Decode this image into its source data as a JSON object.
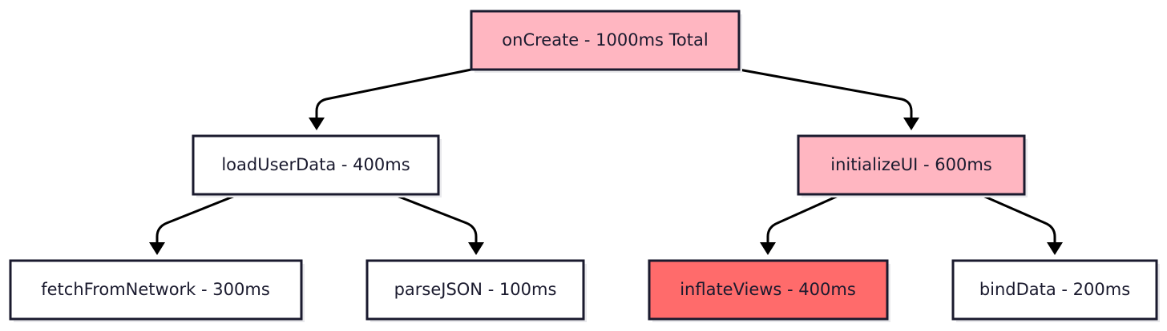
{
  "diagram": {
    "colors": {
      "default_fill": "#ffffff",
      "highlight_fill": "#ffb6c1",
      "hotspot_fill": "#ff6b6b",
      "stroke": "#1a1a2e",
      "edge": "#000000"
    },
    "nodes": {
      "oncreate": {
        "label": "onCreate - 1000ms Total",
        "fill": "#ffb6c1"
      },
      "loaduserdata": {
        "label": "loadUserData - 400ms",
        "fill": "#ffffff"
      },
      "initializeui": {
        "label": "initializeUI - 600ms",
        "fill": "#ffb6c1"
      },
      "fetchfromnetwork": {
        "label": "fetchFromNetwork - 300ms",
        "fill": "#ffffff"
      },
      "parsejson": {
        "label": "parseJSON - 100ms",
        "fill": "#ffffff"
      },
      "inflateviews": {
        "label": "inflateViews - 400ms",
        "fill": "#ff6b6b"
      },
      "binddata": {
        "label": "bindData - 200ms",
        "fill": "#ffffff"
      }
    },
    "edges": [
      {
        "from": "oncreate",
        "to": "loaduserdata"
      },
      {
        "from": "oncreate",
        "to": "initializeui"
      },
      {
        "from": "loaduserdata",
        "to": "fetchfromnetwork"
      },
      {
        "from": "loaduserdata",
        "to": "parsejson"
      },
      {
        "from": "initializeui",
        "to": "inflateviews"
      },
      {
        "from": "initializeui",
        "to": "binddata"
      }
    ]
  }
}
